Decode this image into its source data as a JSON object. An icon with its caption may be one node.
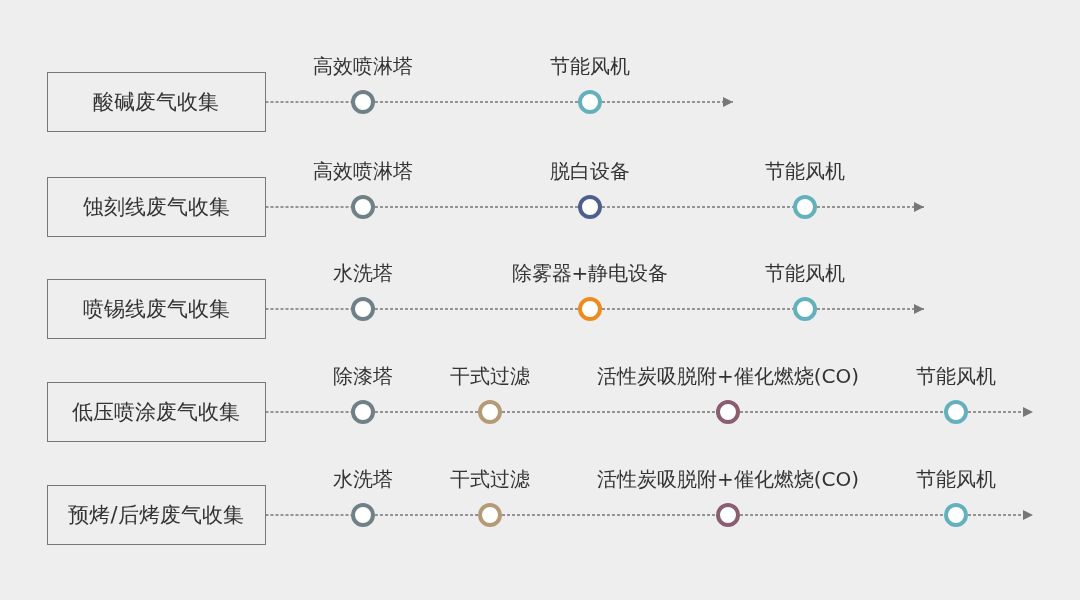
{
  "diagram": {
    "nodes": [
      {
        "text": [
          "酸碱废气收集"
        ]
      },
      {
        "text": [
          "高效喷淋塔"
        ]
      },
      {
        "text": [
          "节能风机"
        ]
      },
      {
        "text": [
          "蚀刻线废气收集"
        ]
      },
      {
        "text": [
          "高效喷淋塔"
        ]
      },
      {
        "text": [
          "脱白设备"
        ]
      },
      {
        "text": [
          "节能风机"
        ]
      },
      {
        "text": [
          "喷锡线废气收集"
        ]
      },
      {
        "text": [
          "水洗塔"
        ]
      },
      {
        "text": [
          "除雾器+静电设备"
        ]
      },
      {
        "text": [
          "节能风机"
        ]
      },
      {
        "text": [
          "低压喷涂废气收集"
        ]
      },
      {
        "text": [
          "除漆塔"
        ]
      },
      {
        "text": [
          "干式过滤"
        ]
      },
      {
        "text": [
          "活性炭吸脱附+催化燃烧(CO)"
        ]
      },
      {
        "text": [
          "节能风机"
        ]
      },
      {
        "text": [
          "预烤/后烤废气收集"
        ]
      },
      {
        "text": [
          "水洗塔"
        ]
      },
      {
        "text": [
          "干式过滤"
        ]
      },
      {
        "text": [
          "活性炭吸脱附+催化燃烧(CO)"
        ]
      },
      {
        "text": [
          "节能风机"
        ]
      }
    ],
    "edges": [
      {
        "from": 0,
        "to": 1,
        "arrow": "none"
      },
      {
        "from": 1,
        "to": 2,
        "arrow": "none"
      },
      {
        "from": 2,
        "to": null,
        "arrow": "to"
      },
      {
        "from": 3,
        "to": 4,
        "arrow": "none"
      },
      {
        "from": 4,
        "to": 5,
        "arrow": "none"
      },
      {
        "from": 5,
        "to": 6,
        "arrow": "none"
      },
      {
        "from": 6,
        "to": null,
        "arrow": "to"
      },
      {
        "from": 7,
        "to": 8,
        "arrow": "none"
      },
      {
        "from": 8,
        "to": 9,
        "arrow": "none"
      },
      {
        "from": 9,
        "to": 10,
        "arrow": "none"
      },
      {
        "from": 10,
        "to": null,
        "arrow": "to"
      },
      {
        "from": 11,
        "to": 12,
        "arrow": "none"
      },
      {
        "from": 12,
        "to": 13,
        "arrow": "none"
      },
      {
        "from": 13,
        "to": 14,
        "arrow": "none"
      },
      {
        "from": 14,
        "to": 15,
        "arrow": "none"
      },
      {
        "from": 15,
        "to": null,
        "arrow": "to"
      },
      {
        "from": 16,
        "to": 17,
        "arrow": "none"
      },
      {
        "from": 17,
        "to": 18,
        "arrow": "none"
      },
      {
        "from": 18,
        "to": 19,
        "arrow": "none"
      },
      {
        "from": 19,
        "to": 20,
        "arrow": "none"
      },
      {
        "from": 20,
        "to": null,
        "arrow": "to"
      }
    ]
  }
}
